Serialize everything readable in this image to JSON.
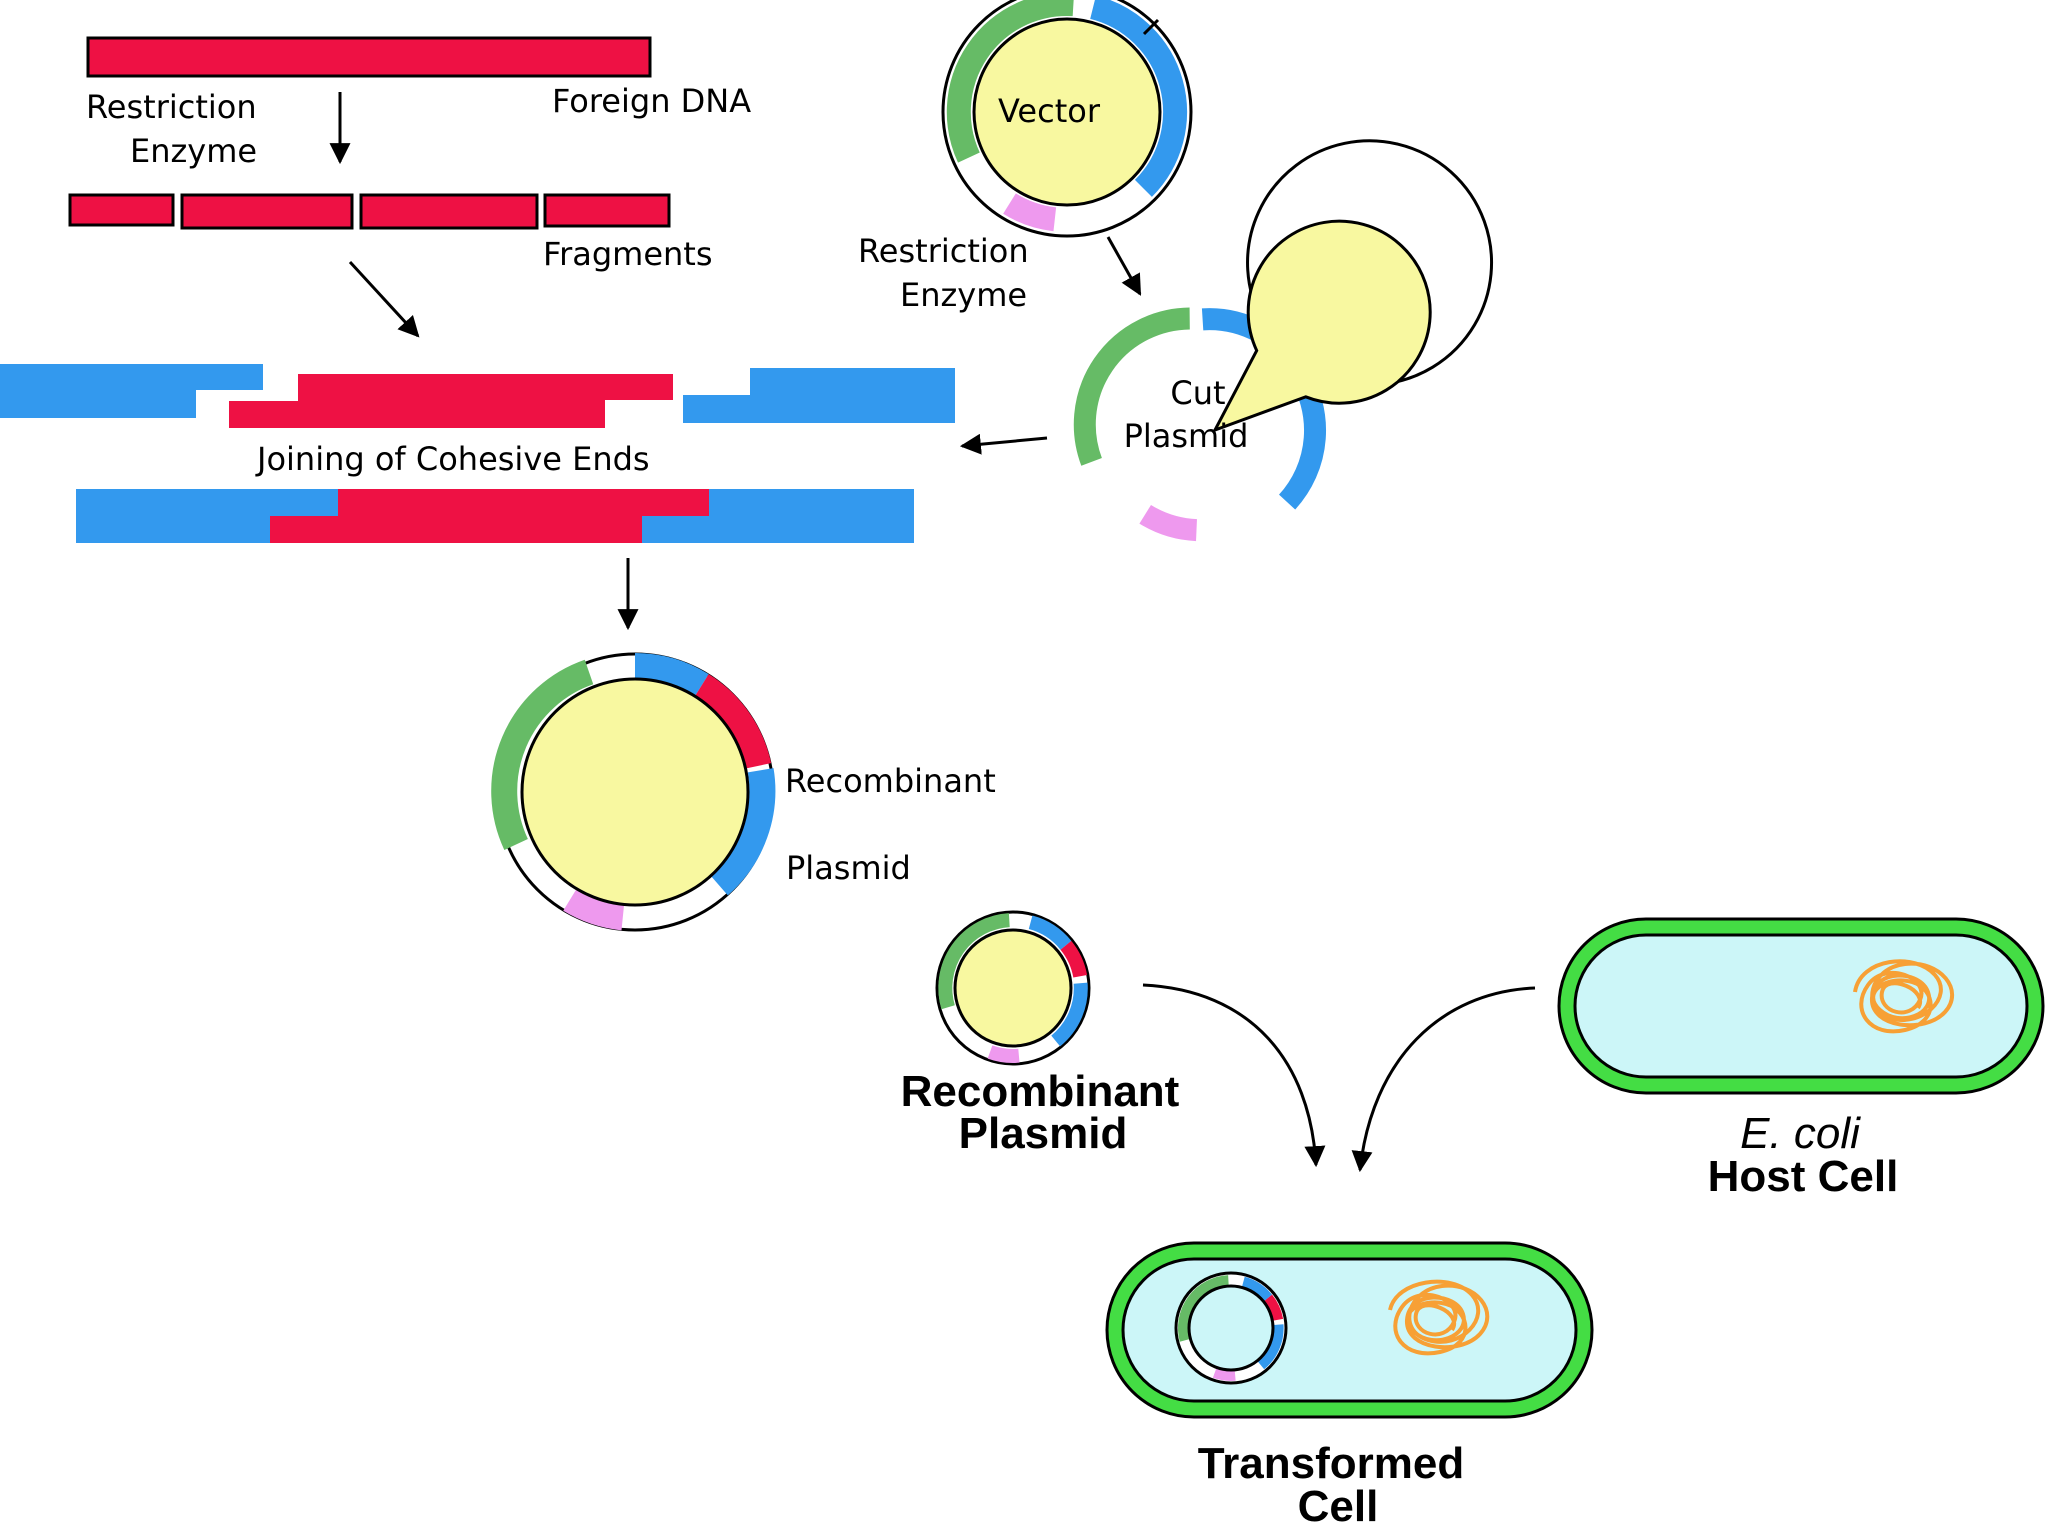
{
  "labels": {
    "restriction_enzyme_1": [
      "Restriction",
      "Enzyme"
    ],
    "foreign_dna": "Foreign DNA",
    "fragments": "Fragments",
    "vector": "Vector",
    "restriction_enzyme_2": [
      "Restriction",
      "Enzyme"
    ],
    "cut_plasmid": [
      "Cut",
      "Plasmid"
    ],
    "joining": "Joining of Cohesive Ends",
    "recombinant_plasmid_small": [
      "Recombinant",
      "Plasmid"
    ],
    "recombinant_plasmid_big": [
      "Recombinant",
      "Plasmid"
    ],
    "host_cell": [
      "E. coli",
      "Host Cell"
    ],
    "transformed_cell": [
      "Transformed",
      "Cell"
    ]
  },
  "colors": {
    "foreign_dna": "#ee1144",
    "vector_dna": "#3399ee",
    "marker_green": "#66bb66",
    "marker_pink": "#ee99ee",
    "plasmid_fill": "#f8f8a0",
    "cell_wall": "#44dd44",
    "cytoplasm": "#ccf6f8",
    "chromosome": "#f7a035"
  }
}
